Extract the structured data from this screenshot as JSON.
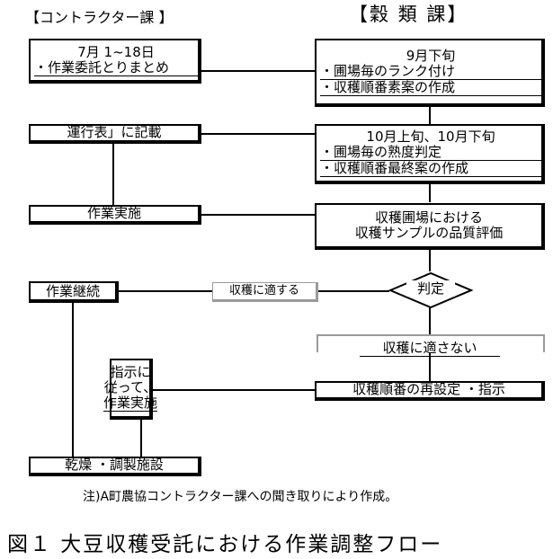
{
  "headings": {
    "left": "【コントラクター課 】",
    "right": "【穀 類 課】"
  },
  "left_column": {
    "box1_line1": "7月 1~18日",
    "box1_line2": "・作業委託とりまとめ",
    "box2": "運行表」に記載",
    "box3": "作業実施",
    "box4": "作業継続",
    "box5_line1": "指示に",
    "box5_line2": "従って、",
    "box5_line3": "作業実施",
    "box6": "乾燥 ・調製施設"
  },
  "right_column": {
    "box1_line1": "9月下旬",
    "box1_line2": "・圃場毎のランク付け",
    "box1_line3": "・収穫順番素案の作成",
    "box2_line1": "10月上旬、10月下旬",
    "box2_line2": "・圃場毎の熟度判定",
    "box2_line3": "・収穫順番最終案の作成",
    "box3_line1": "収穫圃場における",
    "box3_line2": "収穫サンプルの品質評価",
    "decision": "判定",
    "not_suitable": "収穫に適さない",
    "reset": "収穫順番の再設定 ・指示"
  },
  "suitable_label": "収穫に適する",
  "note": "注)A町農協コントラクター課への聞き取りにより作成。",
  "caption": "図１ 大豆収穫受託における作業調整フロー"
}
